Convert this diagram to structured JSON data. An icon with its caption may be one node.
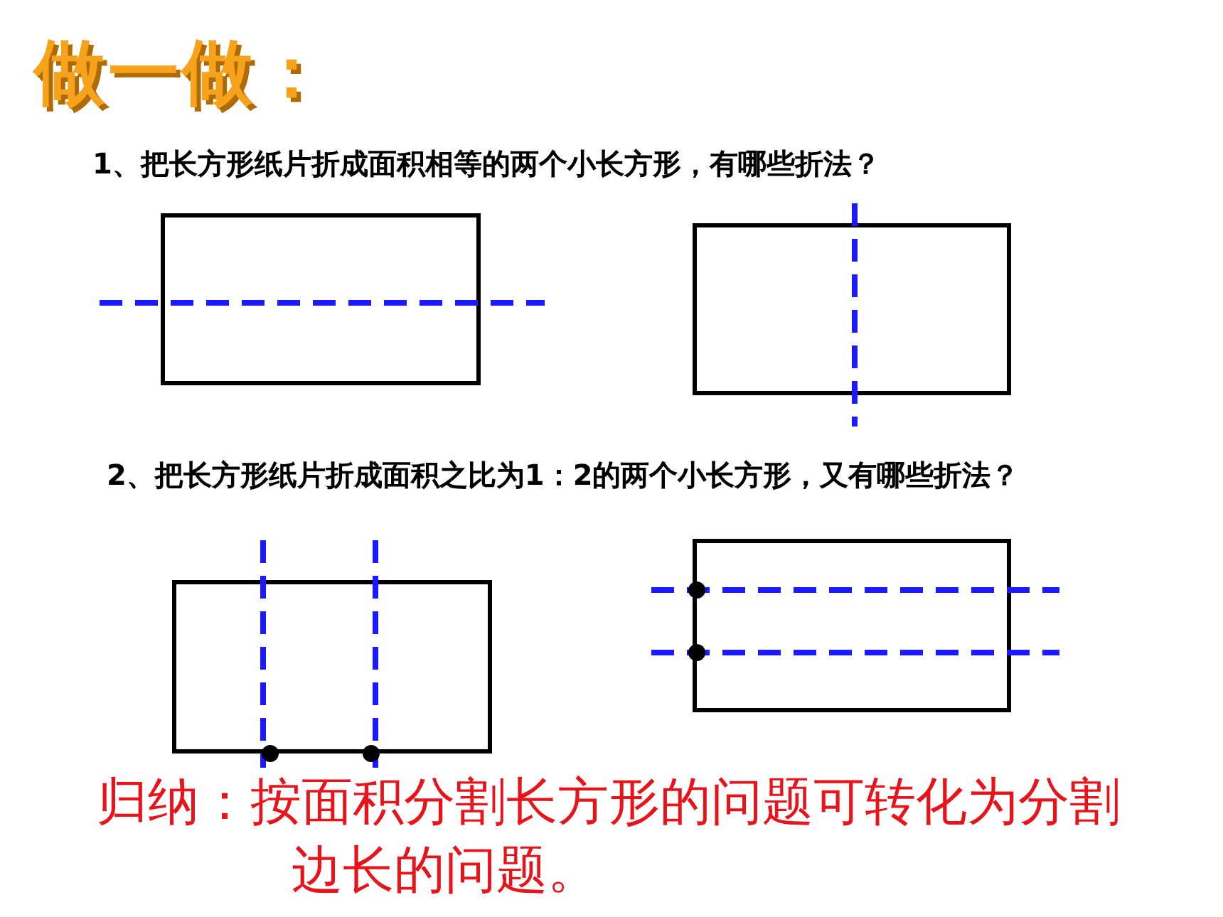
{
  "diagram": {
    "title": "做一做：",
    "nodes": [
      {
        "text": [],
        "shape": "box"
      },
      {
        "text": [],
        "shape": "box"
      },
      {
        "text": [],
        "shape": "box"
      },
      {
        "text": [],
        "shape": "box"
      }
    ],
    "labels": [
      "1、把长方形纸片折成面积相等的两个小长方形，有哪些折法？",
      "2、把长方形纸片折成面积之比为1：2的两个小长方形，又有哪些折法？",
      "归纳：按面积分割长方形的问题可转化为分割边长的问题。"
    ]
  }
}
